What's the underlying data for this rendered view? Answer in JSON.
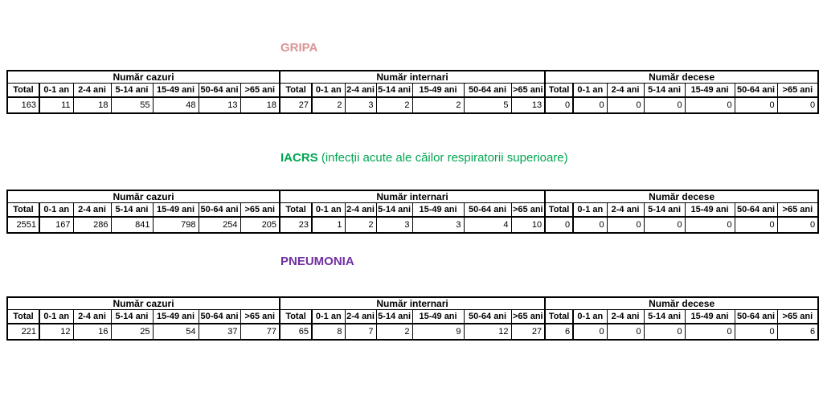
{
  "age_headers": [
    "Total",
    "0-1 an",
    "2-4 ani",
    "5-14 ani",
    "15-49 ani",
    "50-64 ani",
    ">65 ani"
  ],
  "sections": [
    {
      "title": "GRIPA",
      "title_suffix": "",
      "title_color": "#d99694",
      "groups": [
        {
          "label": "Număr cazuri",
          "values": [
            163,
            11,
            18,
            55,
            48,
            13,
            18
          ]
        },
        {
          "label": "Număr internari",
          "values": [
            27,
            2,
            3,
            2,
            2,
            5,
            13
          ]
        },
        {
          "label": "Număr decese",
          "values": [
            0,
            0,
            0,
            0,
            0,
            0,
            0
          ]
        }
      ]
    },
    {
      "title": "IACRS",
      "title_suffix": " (infecții acute ale căilor respiratorii superioare)",
      "title_color": "#00a651",
      "groups": [
        {
          "label": "Număr cazuri",
          "values": [
            2551,
            167,
            286,
            841,
            798,
            254,
            205
          ]
        },
        {
          "label": "Număr internari",
          "values": [
            23,
            1,
            2,
            3,
            3,
            4,
            10
          ]
        },
        {
          "label": "Număr decese",
          "values": [
            0,
            0,
            0,
            0,
            0,
            0,
            0
          ]
        }
      ]
    },
    {
      "title": "PNEUMONIA",
      "title_suffix": "",
      "title_color": "#7030a0",
      "groups": [
        {
          "label": "Număr cazuri",
          "values": [
            221,
            12,
            16,
            25,
            54,
            37,
            77
          ]
        },
        {
          "label": "Număr internari",
          "values": [
            65,
            8,
            7,
            2,
            9,
            12,
            27
          ]
        },
        {
          "label": "Număr decese",
          "values": [
            6,
            0,
            0,
            0,
            0,
            0,
            6
          ]
        }
      ]
    }
  ]
}
